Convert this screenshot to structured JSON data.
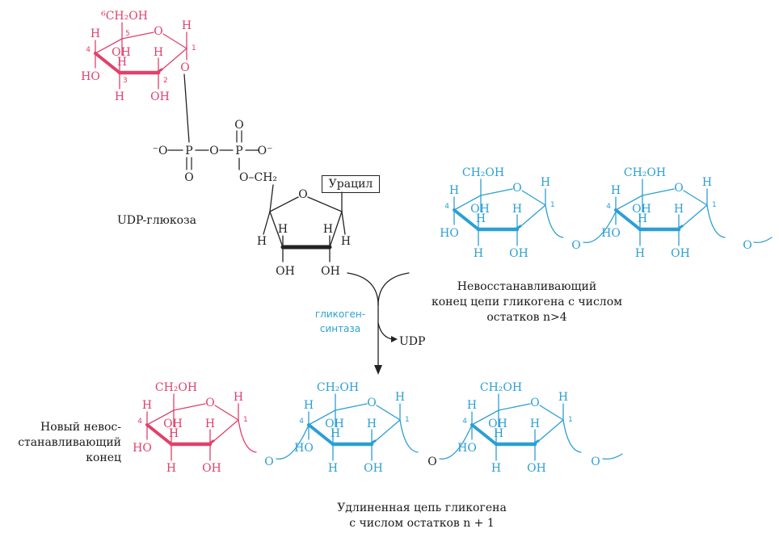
{
  "colors": {
    "pink": "#e0416b",
    "blue": "#2b9fd4",
    "black": "#222222"
  },
  "udp_glucose": {
    "caption": "UDP-глюкоза",
    "c6_group": "⁶CH₂OH",
    "oxygen": "O",
    "h": "H",
    "ho": "HO",
    "oh": "OH",
    "carbon_numbers": [
      "1",
      "2",
      "3",
      "4",
      "5"
    ],
    "phosphate": {
      "p": "P",
      "o": "O",
      "o_minus": "⁻O",
      "o_minus_right": "O⁻"
    },
    "ribose": {
      "ch2": "CH₂",
      "o_ch2": "O–CH₂",
      "oxygen": "O",
      "h": "H",
      "oh": "OH"
    },
    "uracil": "Урацил"
  },
  "glycogen_chain_top": {
    "ch2oh": "CH₂OH",
    "o": "O",
    "h": "H",
    "ho": "HO",
    "oh": "OH",
    "link_o": "O",
    "caption_lines": [
      "Невосстанавливающий",
      "конец цепи гликогена с числом",
      "остатков n>4"
    ]
  },
  "reaction": {
    "enzyme_lines": [
      "гликоген-",
      "синтаза"
    ],
    "byproduct": "UDP"
  },
  "glycogen_chain_bottom": {
    "ch2oh": "CH₂OH",
    "o": "O",
    "h": "H",
    "ho": "HO",
    "oh": "OH",
    "link_o": "O",
    "left_caption_lines": [
      "Новый невос-",
      "станавливающий",
      "конец"
    ],
    "bottom_caption_lines": [
      "Удлиненная цепь гликогена",
      "с числом остатков n + 1"
    ]
  }
}
